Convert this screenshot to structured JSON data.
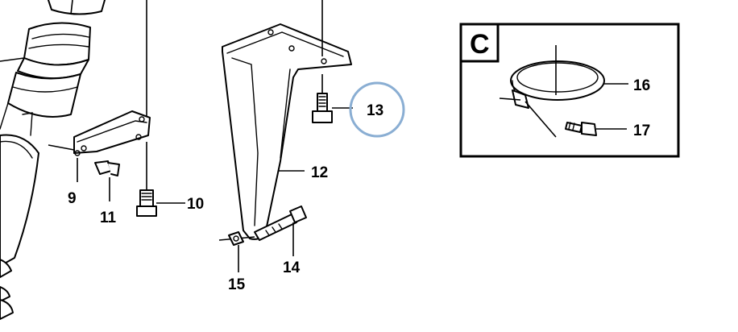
{
  "diagram": {
    "detail_tag": "C",
    "highlight_color": "#8aaed3",
    "labels": {
      "p9": "9",
      "p10": "10",
      "p11": "11",
      "p12": "12",
      "p13": "13",
      "p14": "14",
      "p15": "15",
      "p16": "16",
      "p17": "17"
    }
  }
}
